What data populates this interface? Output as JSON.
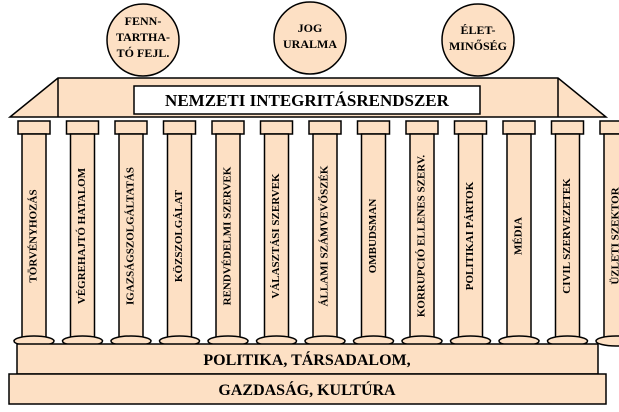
{
  "colors": {
    "fill": "#FDE0C4",
    "outline": "#000000"
  },
  "goals": [
    {
      "lines": [
        "FENN-",
        "TARTHA-",
        "TÓ FEJL."
      ]
    },
    {
      "lines": [
        "JOG",
        "URALMA"
      ]
    },
    {
      "lines": [
        "ÉLET-",
        "MINŐSÉG"
      ]
    }
  ],
  "title": "NEMZETI INTEGRITÁSRENDSZER",
  "pillars": [
    "TÖRVÉNYHOZÁS",
    "VÉGREHAJTÓ HATALOM",
    "IGAZSÁGSZOLGÁLTATÁS",
    "KÖZSZOLGÁLAT",
    "RENDVÉDELMI SZERVEK",
    "VÁLASZTÁSI SZERVEK",
    "ÁLLAMI SZÁMVEVŐSZÉK",
    "OMBUDSMAN",
    "KORRUPCIÓ ELLENES SZERV.",
    "POLITIKAI PÁRTOK",
    "MÉDIA",
    "CIVIL SZERVEZETEK",
    "ÜZLETI SZEKTOR"
  ],
  "foundation": {
    "upper": "POLITIKA, TÁRSADALOM,",
    "lower": "GAZDASÁG, KULTÚRA"
  }
}
